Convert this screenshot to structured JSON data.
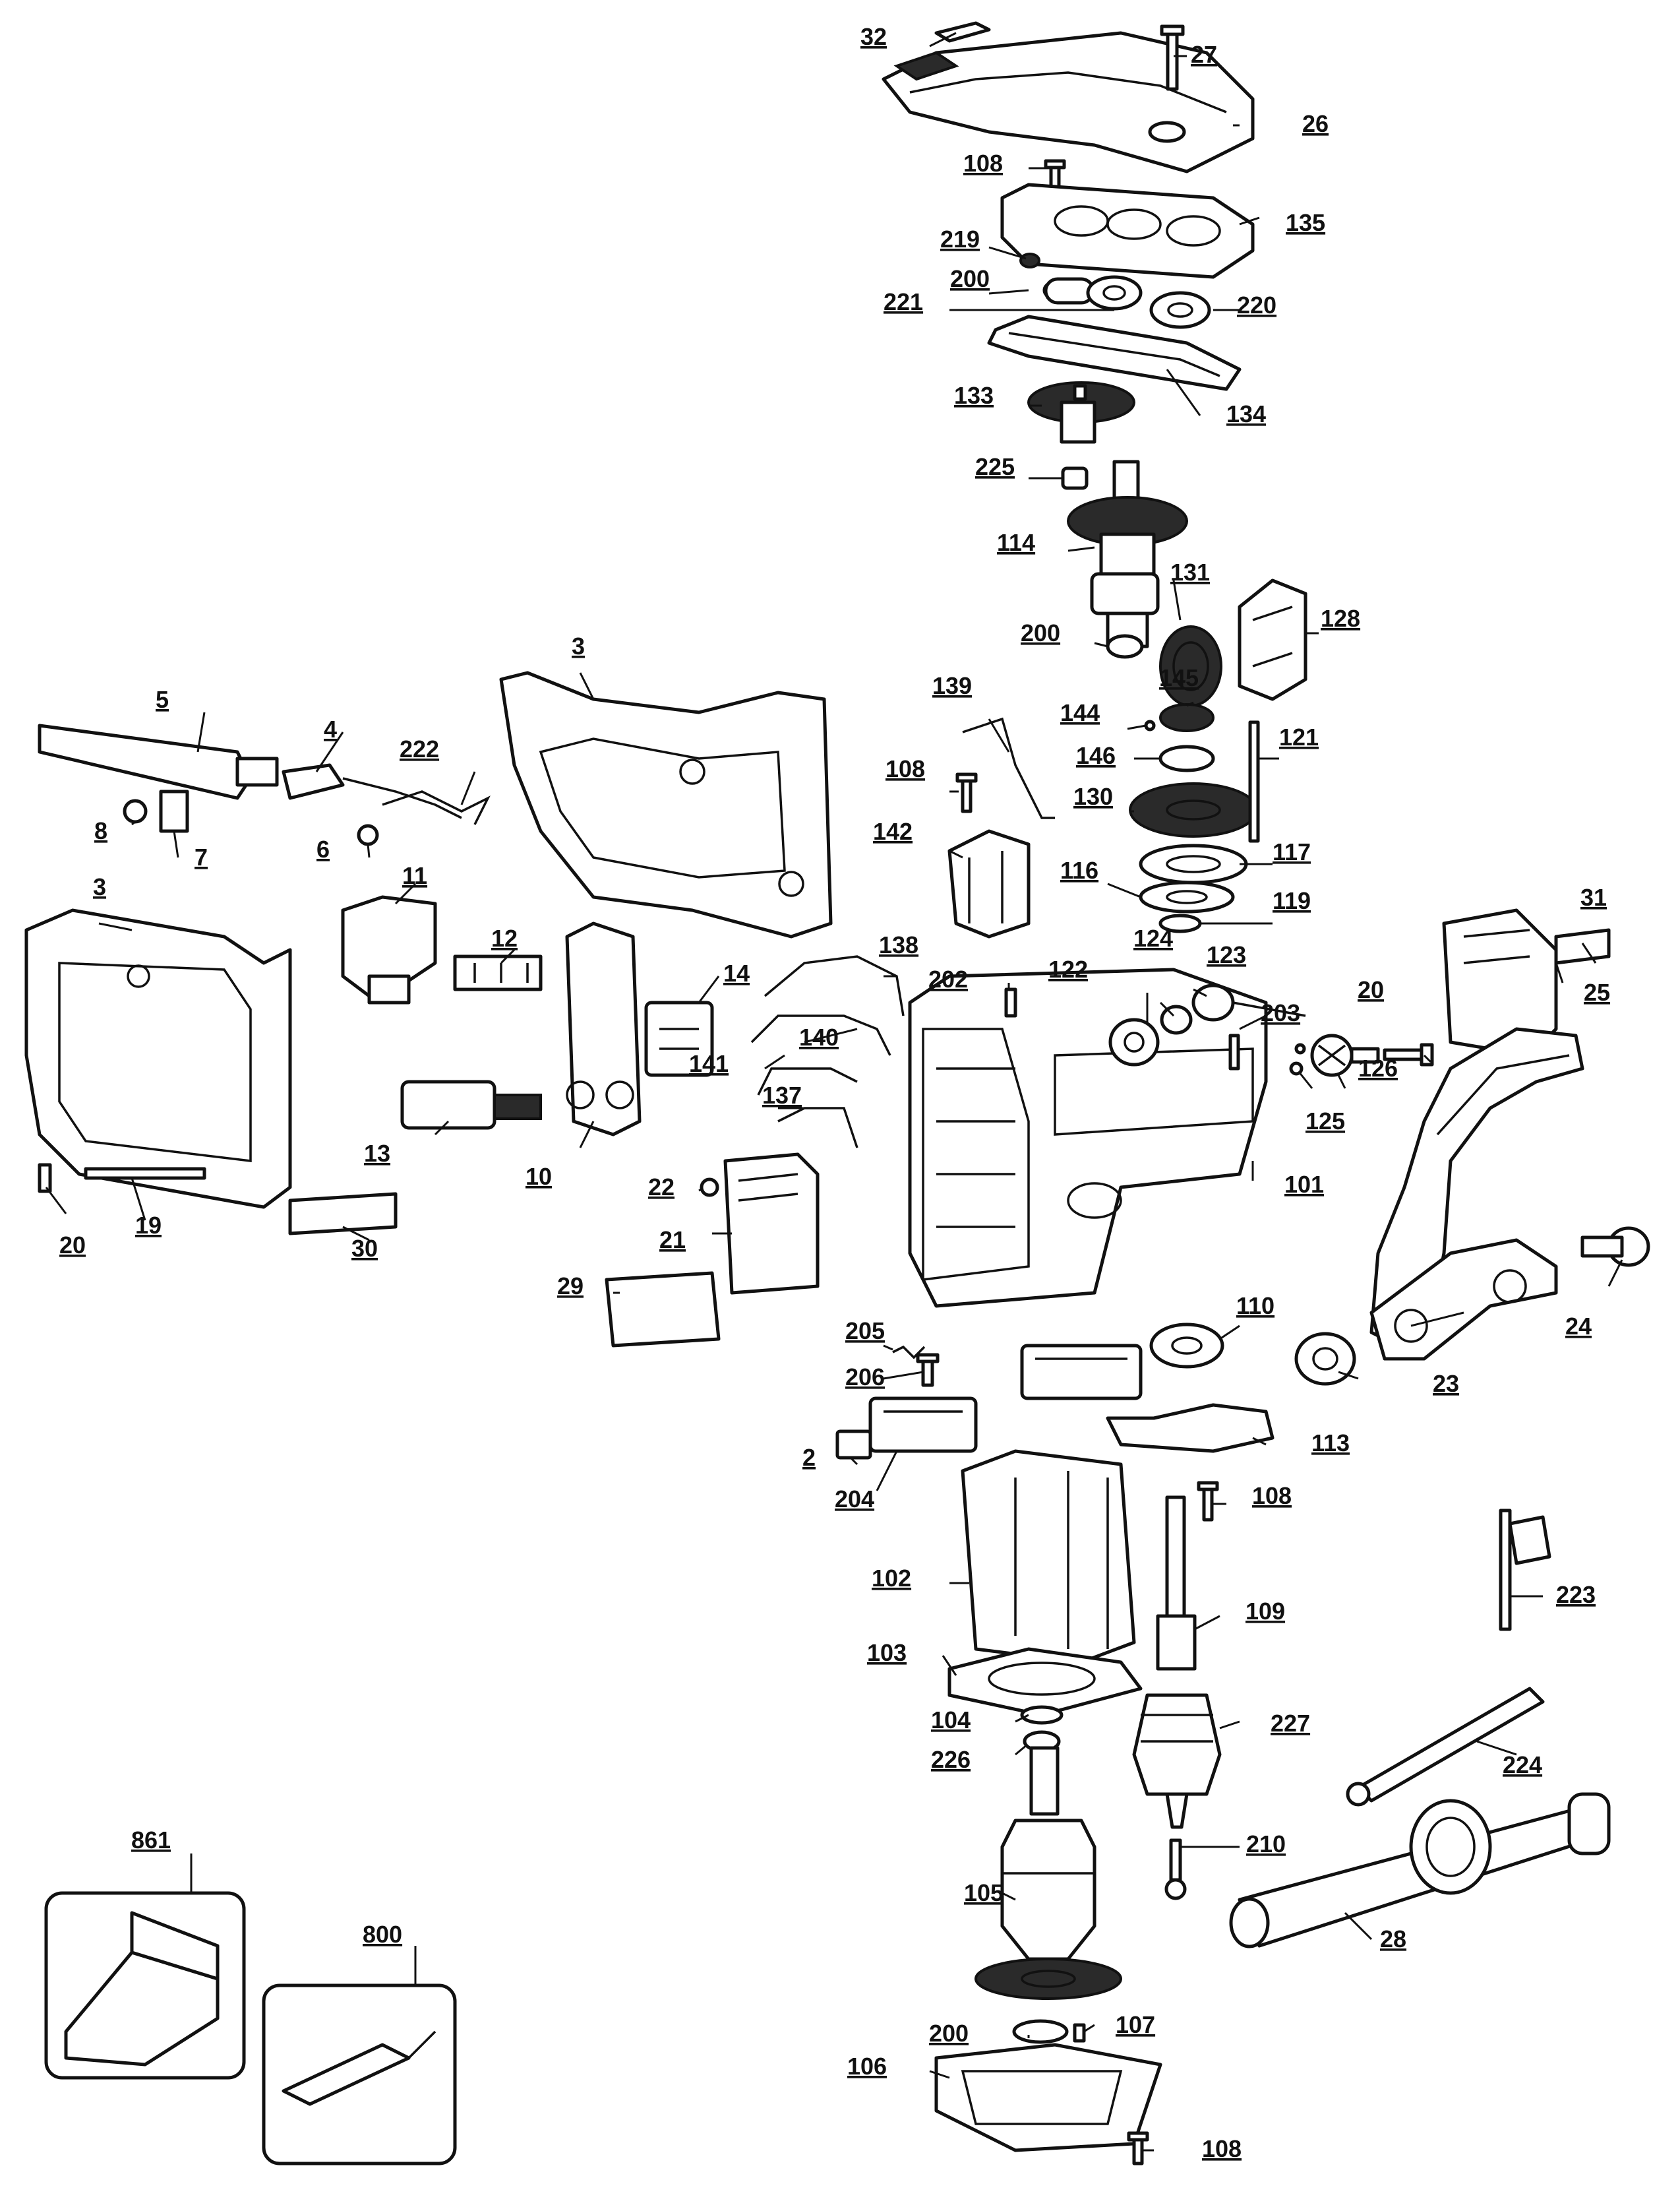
{
  "parts": {
    "p2": "2",
    "p3a": "3",
    "p3b": "3",
    "p4": "4",
    "p5": "5",
    "p6": "6",
    "p7": "7",
    "p8": "8",
    "p10": "10",
    "p11": "11",
    "p12": "12",
    "p13": "13",
    "p14": "14",
    "p19": "19",
    "p20a": "20",
    "p20b": "20",
    "p21": "21",
    "p22": "22",
    "p23": "23",
    "p24": "24",
    "p25": "25",
    "p26": "26",
    "p27": "27",
    "p28": "28",
    "p29": "29",
    "p30": "30",
    "p31": "31",
    "p32": "32",
    "p101": "101",
    "p102": "102",
    "p103": "103",
    "p104": "104",
    "p105": "105",
    "p106": "106",
    "p107": "107",
    "p108a": "108",
    "p108b": "108",
    "p108c": "108",
    "p108d": "108",
    "p109": "109",
    "p110": "110",
    "p113": "113",
    "p114": "114",
    "p116": "116",
    "p117": "117",
    "p119": "119",
    "p121": "121",
    "p122": "122",
    "p123": "123",
    "p124": "124",
    "p125": "125",
    "p126": "126",
    "p128": "128",
    "p130": "130",
    "p131": "131",
    "p133": "133",
    "p134": "134",
    "p135": "135",
    "p137": "137",
    "p138": "138",
    "p139": "139",
    "p140": "140",
    "p141": "141",
    "p142": "142",
    "p144": "144",
    "p145": "145",
    "p146": "146",
    "p200a": "200",
    "p200b": "200",
    "p200c": "200",
    "p202": "202",
    "p203": "203",
    "p204": "204",
    "p205": "205",
    "p206": "206",
    "p210": "210",
    "p219": "219",
    "p220": "220",
    "p221": "221",
    "p222": "222",
    "p223": "223",
    "p224": "224",
    "p225": "225",
    "p226": "226",
    "p227": "227",
    "p800": "800",
    "p861": "861"
  }
}
